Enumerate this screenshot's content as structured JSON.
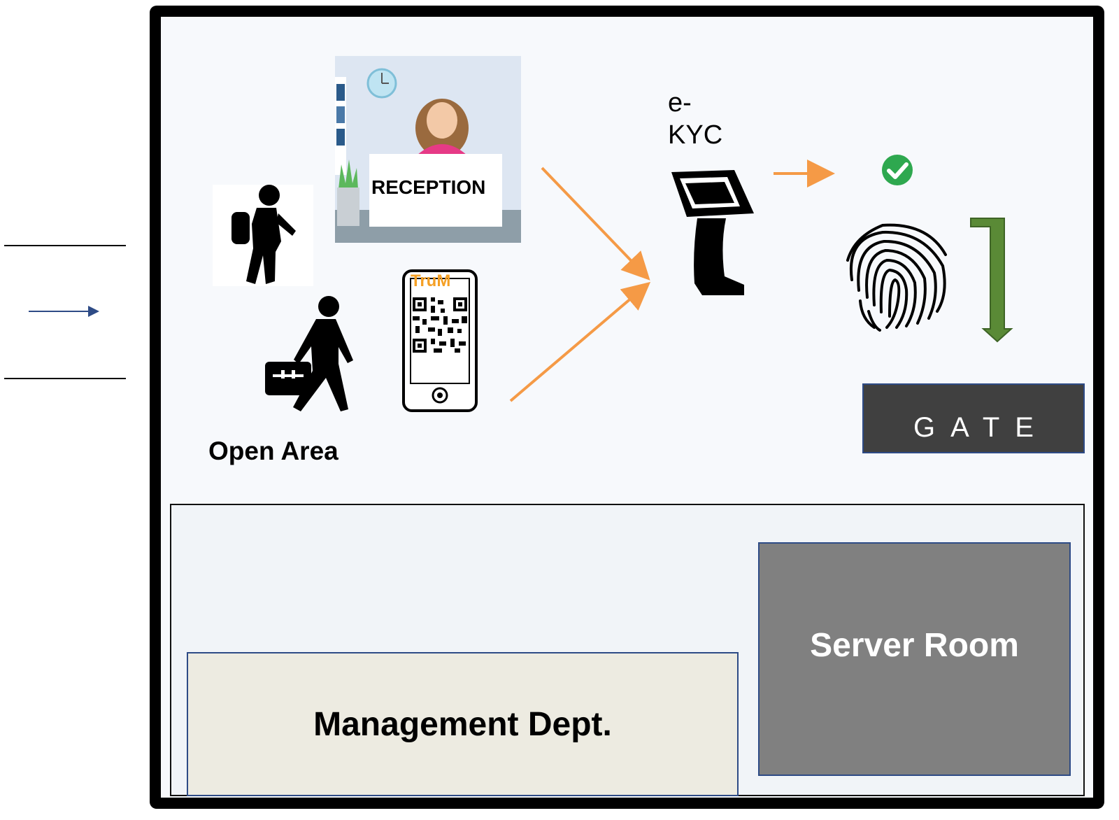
{
  "labels": {
    "reception": "RECEPTION",
    "open_area": "Open Area",
    "ekyc_line1": "e-",
    "ekyc_line2": "KYC",
    "app_text": "TruM",
    "gate": "GATE",
    "server_room": "Server Room",
    "management": "Management Dept."
  },
  "colors": {
    "flow_arrow": "#f59a46",
    "gate_arrow": "#5a8a36",
    "check": "#2ea84f",
    "left_arrow": "#2e4b86",
    "gate_fill": "#404040",
    "server_fill": "#808080",
    "management_fill": "#edebe1"
  },
  "icons": [
    "walking-backpacker-icon",
    "walking-businessman-icon",
    "reception-desk-illustration",
    "qr-phone-icon",
    "kiosk-icon",
    "check-circle-icon",
    "fingerprint-icon"
  ]
}
